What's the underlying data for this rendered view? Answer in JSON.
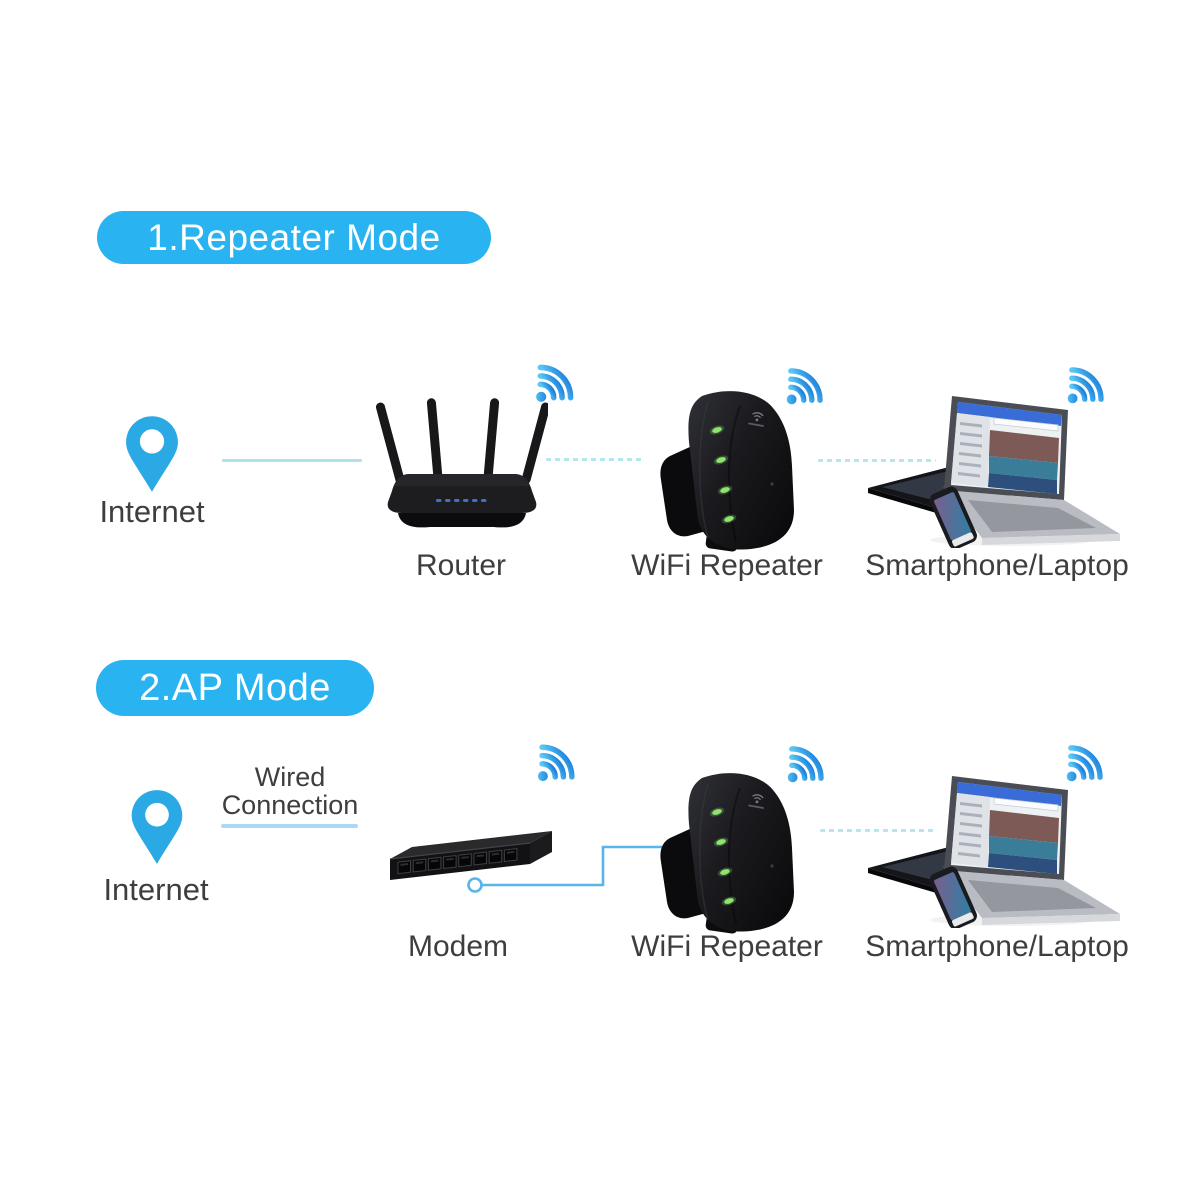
{
  "sections": {
    "repeater_mode": {
      "badge": "1.Repeater Mode",
      "nodes": {
        "internet": "Internet",
        "router": "Router",
        "repeater": "WiFi Repeater",
        "devices": "Smartphone/Laptop"
      }
    },
    "ap_mode": {
      "badge": "2.AP Mode",
      "wired_connection": {
        "line1": "Wired",
        "line2": "Connection"
      },
      "nodes": {
        "internet": "Internet",
        "modem": "Modem",
        "repeater": "WiFi Repeater",
        "devices": "Smartphone/Laptop"
      }
    }
  },
  "icons": {
    "internet": "location-pin-icon",
    "wireless": "wifi-signal-icon",
    "wired_start": "port-circle-marker",
    "wired_end": "glow-dot-marker"
  },
  "colors": {
    "badge_bg": "#29B3F0",
    "badge_text": "#FFFFFF",
    "label_text": "#3E3E40",
    "pin_blue": "#2BA9E5",
    "solid_line": "#ADE1EB",
    "dashed_line": "#B5E7EF",
    "wired_line": "#58B5EA",
    "wifi_light": "#5BC8F4",
    "wifi_dark": "#1A7FDD",
    "led_green": "#8DE56F",
    "router_led_blue": "#4A7FE0"
  }
}
